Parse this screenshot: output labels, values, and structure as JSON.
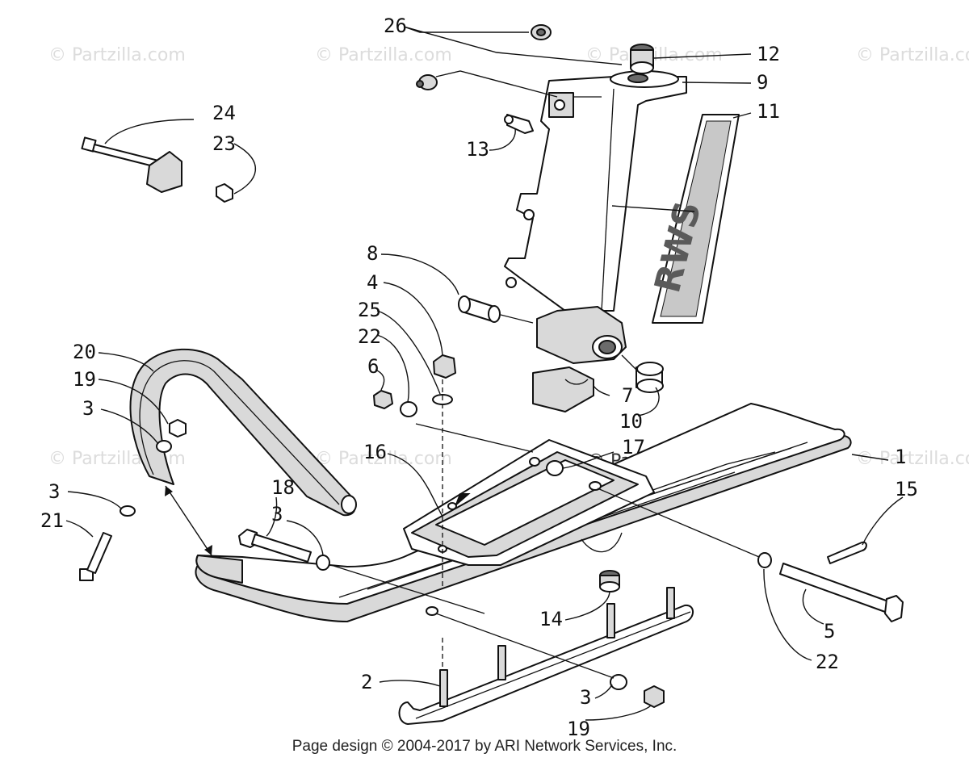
{
  "watermark_text": "© Partzilla.com",
  "footer": {
    "copyright": "Page design © 2004-2017 by ARI Network Services, Inc."
  },
  "decal_text": "RWS",
  "callouts": {
    "c1": "1",
    "c2": "2",
    "c3a": "3",
    "c3b": "3",
    "c3c": "3",
    "c3d": "3",
    "c4": "4",
    "c5": "5",
    "c6": "6",
    "c7": "7",
    "c8": "8",
    "c9": "9",
    "c10": "10",
    "c11": "11",
    "c12": "12",
    "c13": "13",
    "c14": "14",
    "c15": "15",
    "c16": "16",
    "c17": "17",
    "c18": "18",
    "c19a": "19",
    "c19b": "19",
    "c20": "20",
    "c21": "21",
    "c22a": "22",
    "c22b": "22",
    "c23": "23",
    "c24": "24",
    "c25": "25",
    "c26": "26"
  }
}
